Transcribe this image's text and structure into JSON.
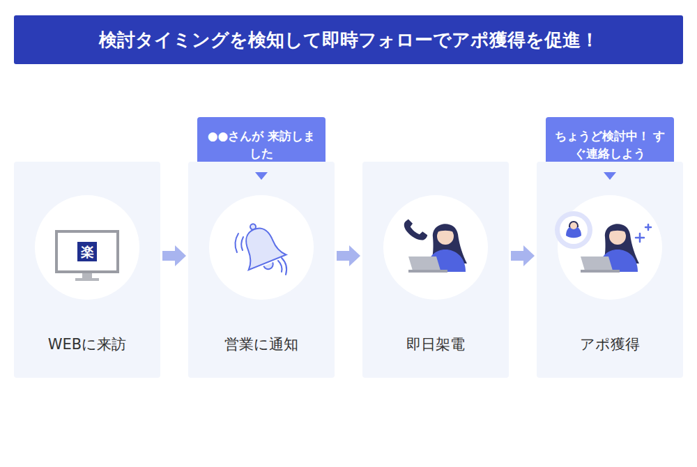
{
  "diagram": {
    "title": "検討タイミングを検知して即時フォローでアポ獲得を促進！",
    "nodes": [
      {
        "text": [
          "WEBに来訪"
        ]
      },
      {
        "text": [
          "●●さんが 来訪しました"
        ]
      },
      {
        "text": [
          "営業に通知"
        ]
      },
      {
        "text": [
          "即日架電"
        ]
      },
      {
        "text": [
          "ちょうど検討中！ すぐ連絡しよう"
        ]
      },
      {
        "text": [
          "アポ獲得"
        ]
      }
    ],
    "edges": [
      {
        "from": 0,
        "to": 2,
        "arrow": "to"
      },
      {
        "from": 2,
        "to": 3,
        "arrow": "to"
      },
      {
        "from": 3,
        "to": 5,
        "arrow": "to"
      }
    ],
    "labels": [
      "楽"
    ]
  }
}
